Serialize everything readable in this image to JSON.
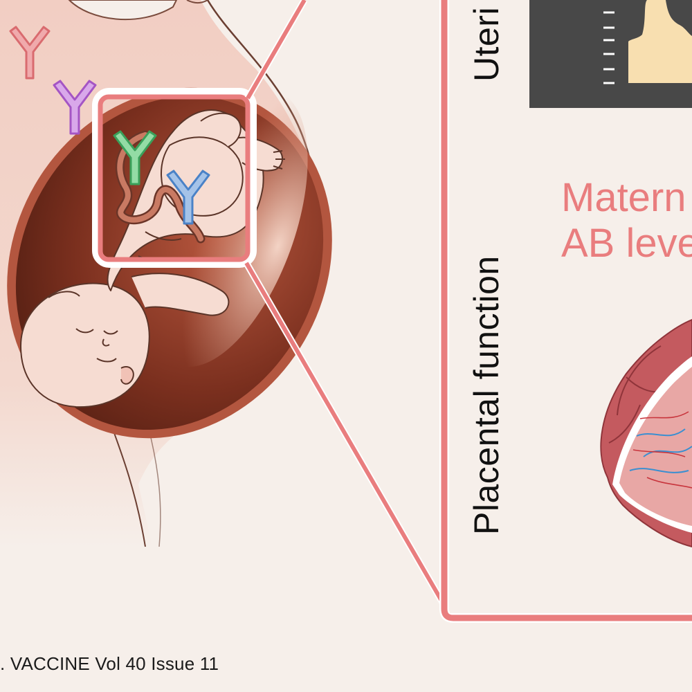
{
  "panel": {
    "uterine_label": "Uteri",
    "placental_label": "Placental function",
    "maternal_ab_line1": "Matern",
    "maternal_ab_line2": "AB leve"
  },
  "footer": {
    "citation": ". VACCINE Vol 40 Issue 11"
  },
  "colors": {
    "background": "#f6efea",
    "accent_pink": "#e97d7e",
    "dark_panel": "#484848",
    "trace_fill": "#f8dfb0",
    "antibody_red": "#e98e90",
    "antibody_purple": "#c489d6",
    "antibody_green": "#7bcf8f",
    "antibody_blue": "#86aedc",
    "uterus_wall": "#a9503d"
  },
  "icons": [
    "antibody-red-icon",
    "antibody-purple-icon",
    "antibody-green-icon",
    "antibody-blue-icon",
    "placenta-illustration",
    "fetus-illustration"
  ]
}
